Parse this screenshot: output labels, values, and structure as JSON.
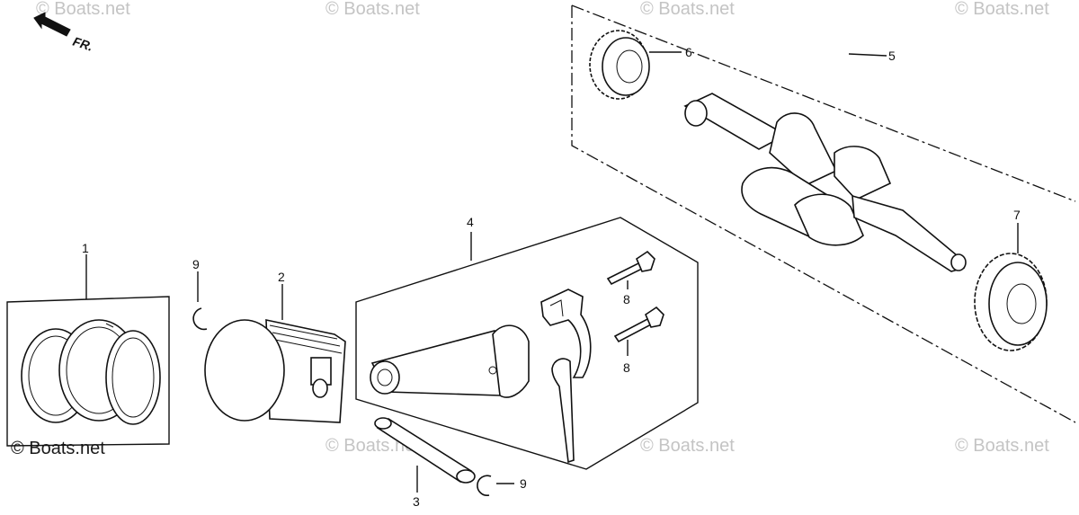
{
  "orientation": {
    "label": "FR."
  },
  "watermark": {
    "text": "© Boats.net"
  },
  "callouts": {
    "c1": "1",
    "c2": "2",
    "c3": "3",
    "c4": "4",
    "c5": "5",
    "c6": "6",
    "c7": "7",
    "c8a": "8",
    "c8b": "8",
    "c9a": "9",
    "c9b": "9"
  },
  "parts": [
    {
      "ref": "1",
      "icon": "piston-ring-set-icon"
    },
    {
      "ref": "2",
      "icon": "piston-icon"
    },
    {
      "ref": "3",
      "icon": "piston-pin-icon"
    },
    {
      "ref": "4",
      "icon": "connecting-rod-assembly-icon"
    },
    {
      "ref": "5",
      "icon": "crankshaft-assembly-icon"
    },
    {
      "ref": "6",
      "icon": "timing-gear-icon"
    },
    {
      "ref": "7",
      "icon": "governor-gear-icon"
    },
    {
      "ref": "8",
      "icon": "rod-bolt-icon"
    },
    {
      "ref": "9",
      "icon": "pin-clip-icon"
    }
  ]
}
